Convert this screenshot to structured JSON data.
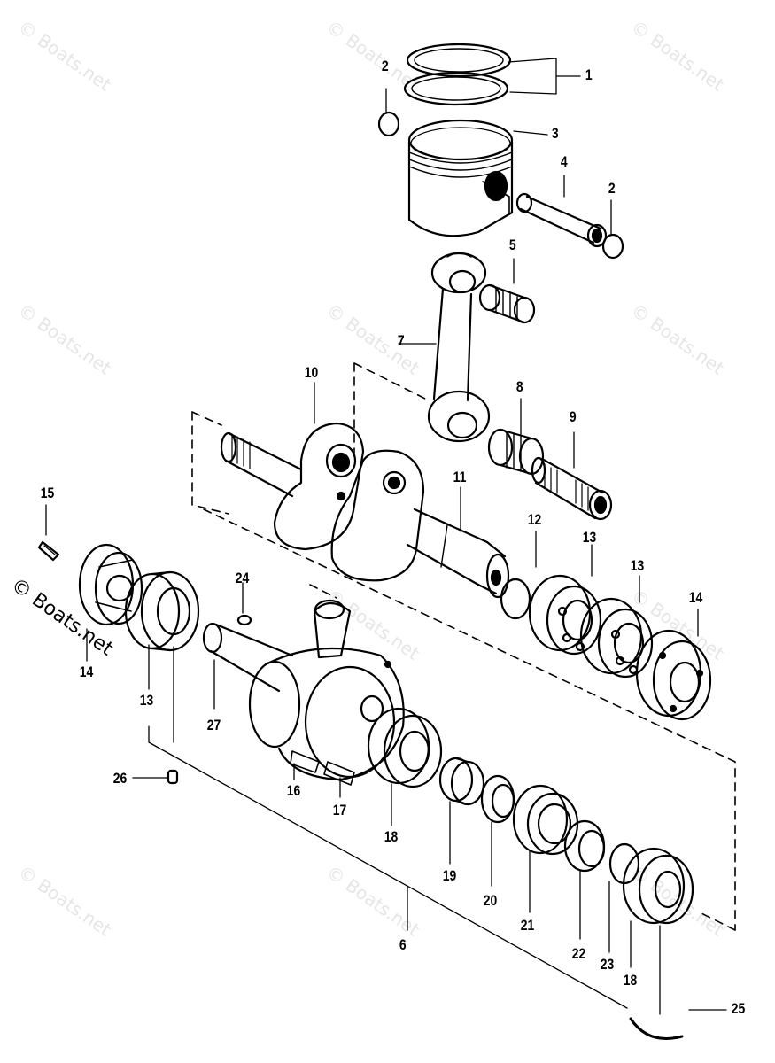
{
  "watermark": "© Boats.net",
  "callouts": {
    "c1": "1",
    "c2a": "2",
    "c2b": "2",
    "c3": "3",
    "c4": "4",
    "c5": "5",
    "c6": "6",
    "c7": "7",
    "c8": "8",
    "c9": "9",
    "c10": "10",
    "c11": "11",
    "c12": "12",
    "c13a": "13",
    "c13b": "13",
    "c13c": "13",
    "c14a": "14",
    "c14b": "14",
    "c15": "15",
    "c16": "16",
    "c17": "17",
    "c18a": "18",
    "c18b": "18",
    "c19": "19",
    "c20": "20",
    "c21": "21",
    "c22": "22",
    "c23": "23",
    "c24": "24",
    "c25": "25",
    "c26": "26",
    "c27": "27"
  },
  "colors": {
    "ink": "#000000",
    "paper": "#ffffff",
    "watermark": "#a0a0a0"
  }
}
